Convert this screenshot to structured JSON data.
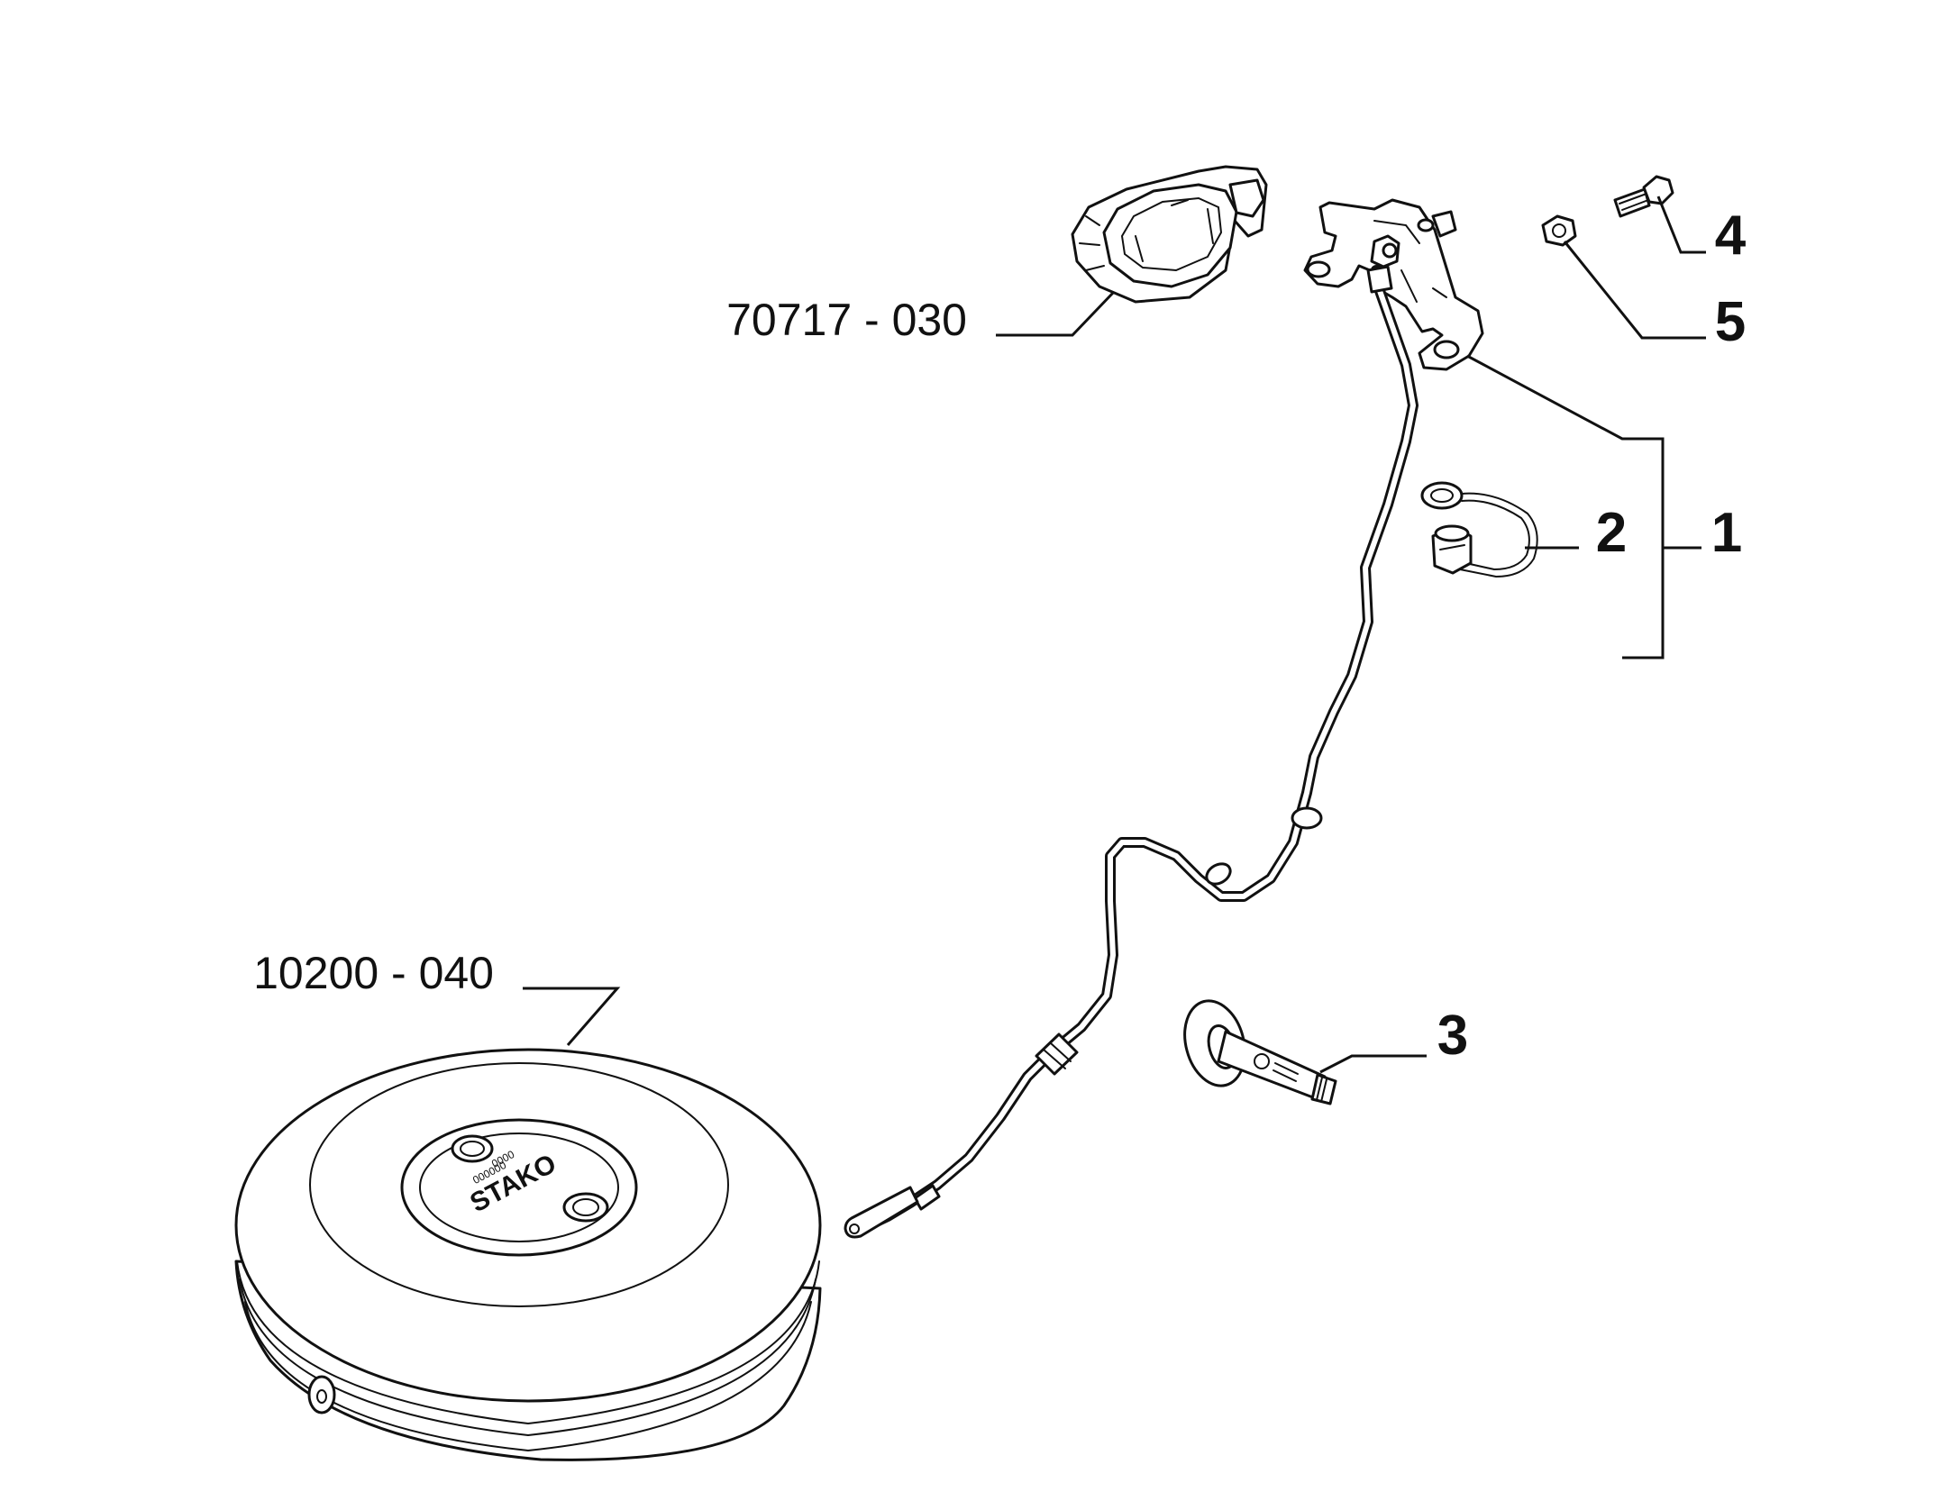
{
  "labels": {
    "fuel_door_housing": "70717 - 030",
    "lpg_tank": "10200 - 040",
    "part_1": "1",
    "part_2": "2",
    "part_3": "3",
    "part_4": "4",
    "part_5": "5"
  },
  "tank": {
    "brand": "STAKO",
    "marking_a": "000000",
    "marking_b": "0000"
  },
  "colors": {
    "ink": "#111111",
    "background": "#ffffff"
  }
}
